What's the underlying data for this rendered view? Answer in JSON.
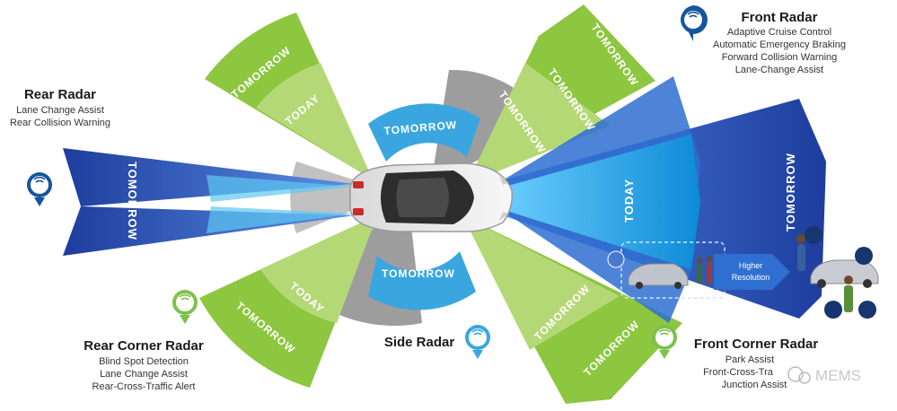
{
  "colors": {
    "green_dark": "#6ea82a",
    "green_mid": "#8dc63f",
    "green_light": "#b5d877",
    "blue_dark": "#1e3d9e",
    "blue_mid": "#2f6fd1",
    "cyan": "#1aa3e8",
    "side_blue": "#3aa6e0",
    "gray": "#8c8c8c",
    "gray_light": "#bdbdbd",
    "pin_blue": "#14569e",
    "pin_green": "#7cc24a",
    "navy_circle": "#17356e"
  },
  "beams": {
    "tomorrow": "TOMORROW",
    "today": "TODAY"
  },
  "front_radar": {
    "title": "Front Radar",
    "items": [
      "Adaptive  Cruise  Control",
      "Automatic  Emergency  Braking",
      "Forward  Collision  Warning",
      "Lane-Change  Assist"
    ]
  },
  "rear_radar": {
    "title": "Rear Radar",
    "items": [
      "Lane Change Assist",
      "Rear Collision Warning"
    ]
  },
  "rear_corner_radar": {
    "title": "Rear Corner Radar",
    "items": [
      "Blind Spot Detection",
      "Lane Change Assist",
      "Rear-Cross-Traffic  Alert"
    ]
  },
  "side_radar": {
    "title": "Side Radar"
  },
  "front_corner_radar": {
    "title": "Front Corner Radar",
    "items": [
      "Park Assist",
      "Front-Cross-Tra",
      "Junction Assist"
    ]
  },
  "resolution_arrow": {
    "line1": "Higher",
    "line2": "Resolution"
  },
  "watermark": "MEMS"
}
